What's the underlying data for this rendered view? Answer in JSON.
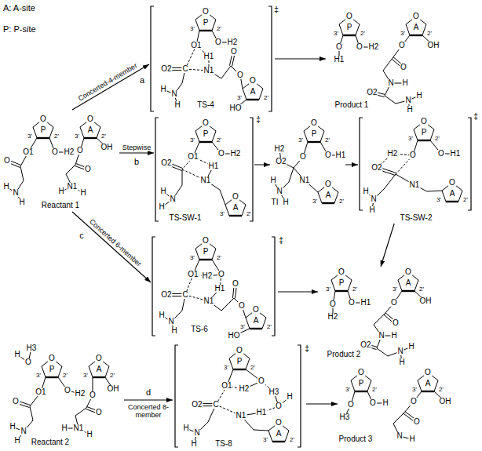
{
  "diagram": {
    "nodes": [
      {
        "text": [
          "Reactant 1"
        ]
      },
      {
        "text": [
          "TS-4"
        ]
      },
      {
        "text": [
          "Product 1"
        ]
      },
      {
        "text": [
          "TS-SW-1"
        ]
      },
      {
        "text": [
          "TI"
        ]
      },
      {
        "text": [
          "TS-SW-2"
        ]
      },
      {
        "text": [
          "TS-6"
        ]
      },
      {
        "text": [
          "Product 2"
        ]
      },
      {
        "text": [
          "Reactant 2"
        ]
      },
      {
        "text": [
          "TS-8"
        ]
      },
      {
        "text": [
          "Product 3"
        ]
      }
    ],
    "edges": [
      {
        "from": 0,
        "to": 1,
        "arrow": "to",
        "label": "Concerted-4-member"
      },
      {
        "from": 0,
        "to": 3,
        "arrow": "to",
        "label": "Stepwise"
      },
      {
        "from": 0,
        "to": 6,
        "arrow": "to",
        "label": "Concerted 6-member"
      },
      {
        "from": 1,
        "to": 2,
        "arrow": "to"
      },
      {
        "from": 3,
        "to": 4,
        "arrow": "to"
      },
      {
        "from": 4,
        "to": 5,
        "arrow": "to"
      },
      {
        "from": 5,
        "to": 7,
        "arrow": "to"
      },
      {
        "from": 6,
        "to": 7,
        "arrow": "to"
      },
      {
        "from": 8,
        "to": 9,
        "arrow": "to",
        "label": "Concerted 8-member"
      },
      {
        "from": 9,
        "to": 10,
        "arrow": "to"
      }
    ],
    "labels": [
      "A: A-site",
      "P: P-site",
      "a",
      "b",
      "c",
      "d",
      "‡",
      "‡",
      "‡",
      "‡",
      "‡",
      "O",
      "P",
      "3'",
      "2'",
      "O",
      "A",
      "3'",
      "2'",
      "O1",
      "O",
      "N",
      "H",
      "H",
      "O",
      "H2",
      "O",
      "O",
      "N1",
      "H",
      "H",
      "OH",
      "O",
      "P",
      "3'",
      "2'",
      "O",
      "A",
      "3'",
      "2'",
      "O1",
      "C",
      "O2",
      "H1",
      "N1",
      "N",
      "H",
      "H",
      "O",
      "H2",
      "O",
      "O",
      "HO",
      "O",
      "P",
      "3'",
      "2'",
      "O",
      "A",
      "3'",
      "2'",
      "O",
      "H1",
      "O",
      "H2",
      "O",
      "O",
      "N",
      "H",
      "O2",
      "N",
      "H",
      "H",
      "OH",
      "O",
      "P",
      "3'",
      "2'",
      "O",
      "A",
      "3'",
      "2'",
      "O1",
      "O2",
      "H1",
      "N1",
      "N",
      "H",
      "H",
      "O",
      "H2",
      "O",
      "P",
      "3'",
      "2'",
      "O",
      "A",
      "3'",
      "2'",
      "O",
      "O2",
      "H2",
      "N1",
      "N",
      "H",
      "H",
      "O",
      "H1",
      "O",
      "P",
      "3'",
      "2'",
      "O",
      "A",
      "3'",
      "2'",
      "O",
      "O2",
      "H2",
      "N1",
      "N",
      "H",
      "H",
      "O",
      "H1",
      "O",
      "P",
      "3'",
      "2'",
      "O",
      "A",
      "3'",
      "2'",
      "O1",
      "C",
      "O2",
      "H2",
      "O",
      "H1",
      "N1",
      "N",
      "H",
      "H",
      "O",
      "O",
      "HO",
      "O",
      "P",
      "3'",
      "2'",
      "O",
      "A",
      "3'",
      "2'",
      "O",
      "H2",
      "O",
      "H1",
      "O",
      "O",
      "N",
      "H",
      "O2",
      "N",
      "H",
      "H",
      "OH",
      "O",
      "P",
      "3'",
      "2'",
      "O",
      "A",
      "3'",
      "2'",
      "H",
      "O",
      "H3",
      "O1",
      "O",
      "N",
      "H",
      "H",
      "O",
      "H2",
      "O",
      "O",
      "N1",
      "H",
      "H",
      "OH",
      "O",
      "P",
      "3'",
      "2'",
      "O",
      "A",
      "3'",
      "2'",
      "O1",
      "C",
      "O2",
      "H2",
      "O",
      "H3",
      "O",
      "H",
      "H1",
      "N1",
      "N",
      "H",
      "H",
      "O",
      "P",
      "3'",
      "2'",
      "O",
      "A",
      "3'",
      "2'",
      "O",
      "H3",
      "O",
      "H",
      "O",
      "O",
      "N",
      "H",
      "OH"
    ]
  }
}
